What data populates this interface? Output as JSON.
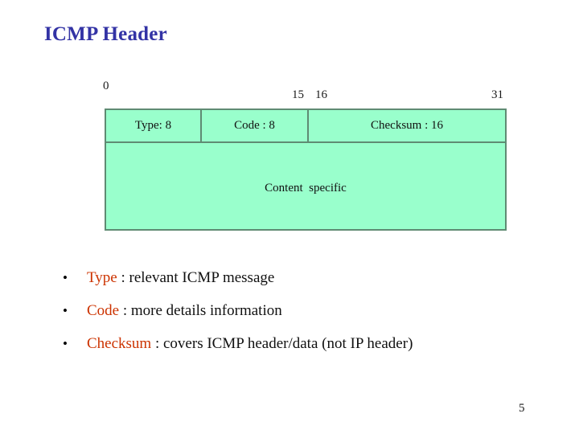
{
  "slide": {
    "title": "ICMP Header",
    "page_number": "5",
    "title_color": "#3333a5",
    "keyword_color": "#cc3300",
    "diagram_fill_color": "#99ffcc",
    "diagram_border_color": "#5f8b73"
  },
  "bit_ruler": {
    "start": "0",
    "mid_left": "15",
    "mid_right": "16",
    "end": "31"
  },
  "diagram": {
    "fields_row": [
      {
        "label": "Type: 8",
        "bits": "8"
      },
      {
        "label": "Code : 8",
        "bits": "8"
      },
      {
        "label": "Checksum : 16",
        "bits": "16"
      }
    ],
    "content_row": {
      "label": "Content  specific"
    }
  },
  "bullets": [
    {
      "marker": "•",
      "keyword": "Type",
      "rest": " : relevant ICMP message"
    },
    {
      "marker": "•",
      "keyword": "Code",
      "rest": " : more details information"
    },
    {
      "marker": "•",
      "keyword": "Checksum",
      "rest": " : covers ICMP header/data (not IP header)"
    }
  ]
}
